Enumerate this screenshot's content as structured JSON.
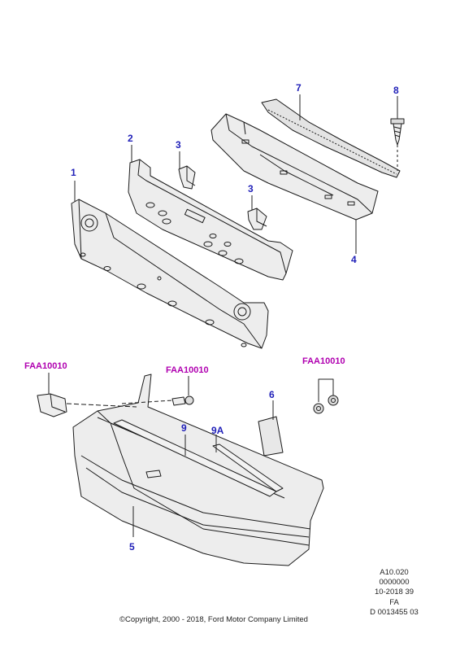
{
  "callouts": {
    "c1": "1",
    "c2": "2",
    "c3a": "3",
    "c3b": "3",
    "c4": "4",
    "c5": "5",
    "c6": "6",
    "c7": "7",
    "c8": "8",
    "c9": "9",
    "c9a": "9A"
  },
  "references": {
    "left": "FAA10010",
    "middle": "FAA10010",
    "right": "FAA10010"
  },
  "meta": {
    "line1": "A10.020",
    "line2": "0000000",
    "line3": "10-2018 39",
    "line4": "FA",
    "line5": "D 0013455 03"
  },
  "copyright": "©Copyright, 2000 - 2018, Ford Motor Company Limited",
  "colors": {
    "callout": "#1f1fb8",
    "reference": "#b000b0",
    "line": "#1a1a1a",
    "part_fill": "#e9e9e9"
  }
}
